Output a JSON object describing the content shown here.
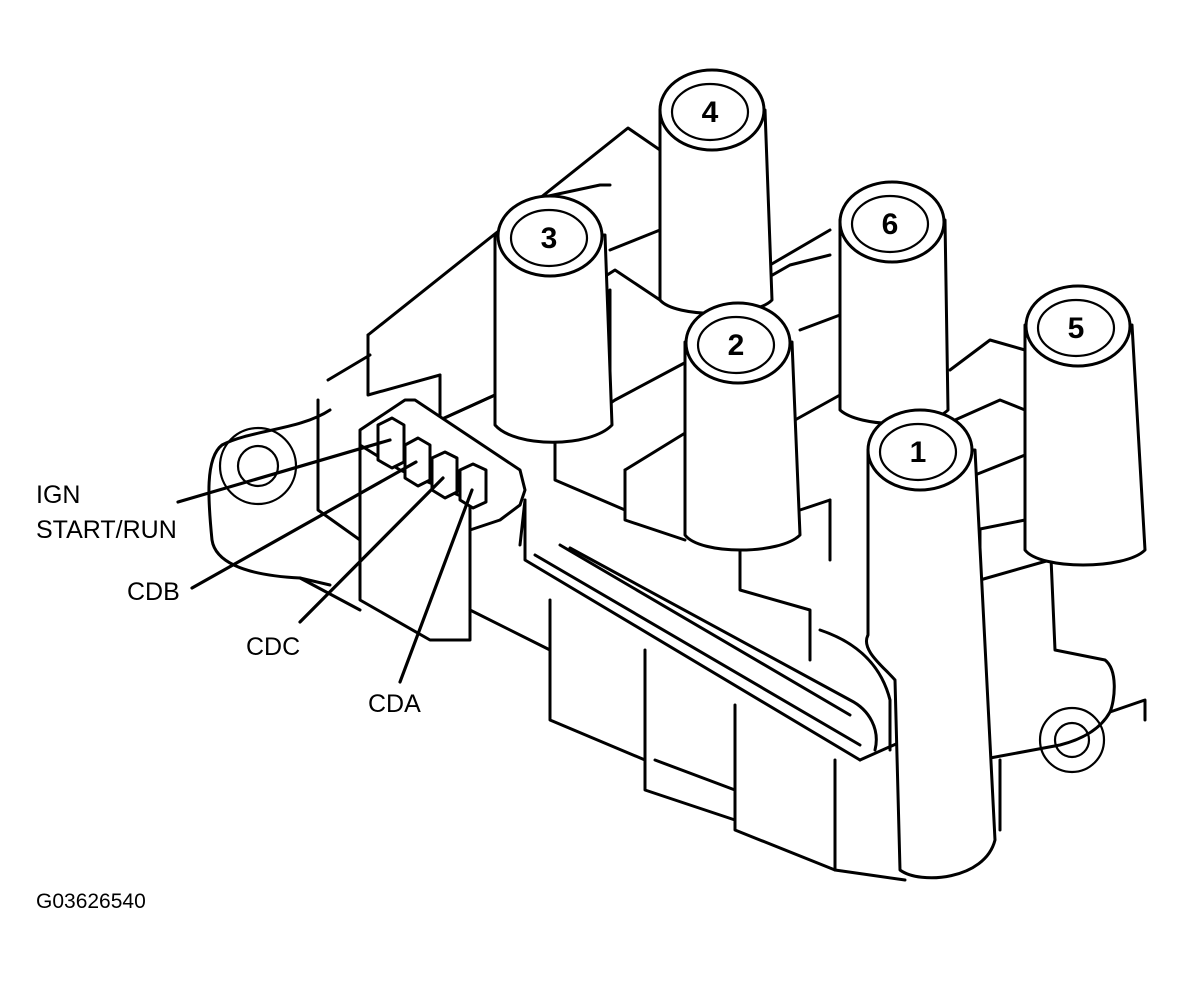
{
  "callouts": {
    "ign_line1": "IGN",
    "ign_line2": "START/RUN",
    "cdb": "CDB",
    "cdc": "CDC",
    "cda": "CDA"
  },
  "towers": {
    "t1": "1",
    "t2": "2",
    "t3": "3",
    "t4": "4",
    "t5": "5",
    "t6": "6"
  },
  "figure_code": "G03626540"
}
